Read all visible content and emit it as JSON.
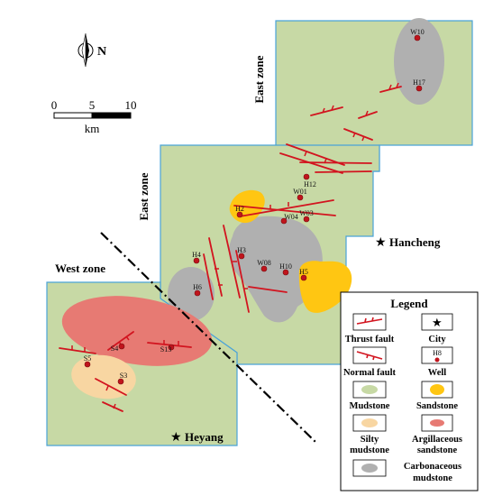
{
  "north": {
    "label": "N"
  },
  "scale_bar": {
    "ticks": [
      "0",
      "5",
      "10"
    ],
    "unit": "km"
  },
  "zones": {
    "east_upper": "East zone",
    "east_lower": "East zone",
    "west": "West zone"
  },
  "cities": [
    {
      "name": "Hancheng"
    },
    {
      "name": "Heyang"
    }
  ],
  "wells": [
    {
      "id": "W10"
    },
    {
      "id": "H17"
    },
    {
      "id": "H12"
    },
    {
      "id": "W01"
    },
    {
      "id": "H2"
    },
    {
      "id": "W04"
    },
    {
      "id": "W03"
    },
    {
      "id": "H3"
    },
    {
      "id": "H4"
    },
    {
      "id": "W08"
    },
    {
      "id": "H10"
    },
    {
      "id": "H5"
    },
    {
      "id": "H6"
    },
    {
      "id": "S4"
    },
    {
      "id": "S13"
    },
    {
      "id": "S5"
    },
    {
      "id": "S3"
    }
  ],
  "lithology_colors": {
    "mudstone": "#c7d9a5",
    "carbonaceous_mudstone": "#b0b0b0",
    "sandstone": "#ffc612",
    "silty_mudstone": "#f8d6a2",
    "argillaceous_sandstone": "#e77a73",
    "fault": "#d2141f",
    "well": "#c0141c"
  },
  "legend": {
    "title": "Legend",
    "items": [
      {
        "label": "Thrust fault",
        "icon": "thrust-fault-icon"
      },
      {
        "label": "City",
        "icon": "star-icon"
      },
      {
        "label": "Normal fault",
        "icon": "normal-fault-icon"
      },
      {
        "label": "Well",
        "icon": "well-icon",
        "sample": "H8"
      },
      {
        "label": "Mudstone",
        "icon": "mudstone-swatch"
      },
      {
        "label": "Sandstone",
        "icon": "sandstone-swatch"
      },
      {
        "label_lines": [
          "Silty",
          "mudstone"
        ],
        "icon": "silty-mudstone-swatch"
      },
      {
        "label_lines": [
          "Argillaceous",
          "sandstone"
        ],
        "icon": "argillaceous-sandstone-swatch"
      },
      {
        "label_lines": [
          "Carbonaceous",
          "mudstone"
        ],
        "icon": "carbonaceous-mudstone-swatch"
      }
    ]
  }
}
